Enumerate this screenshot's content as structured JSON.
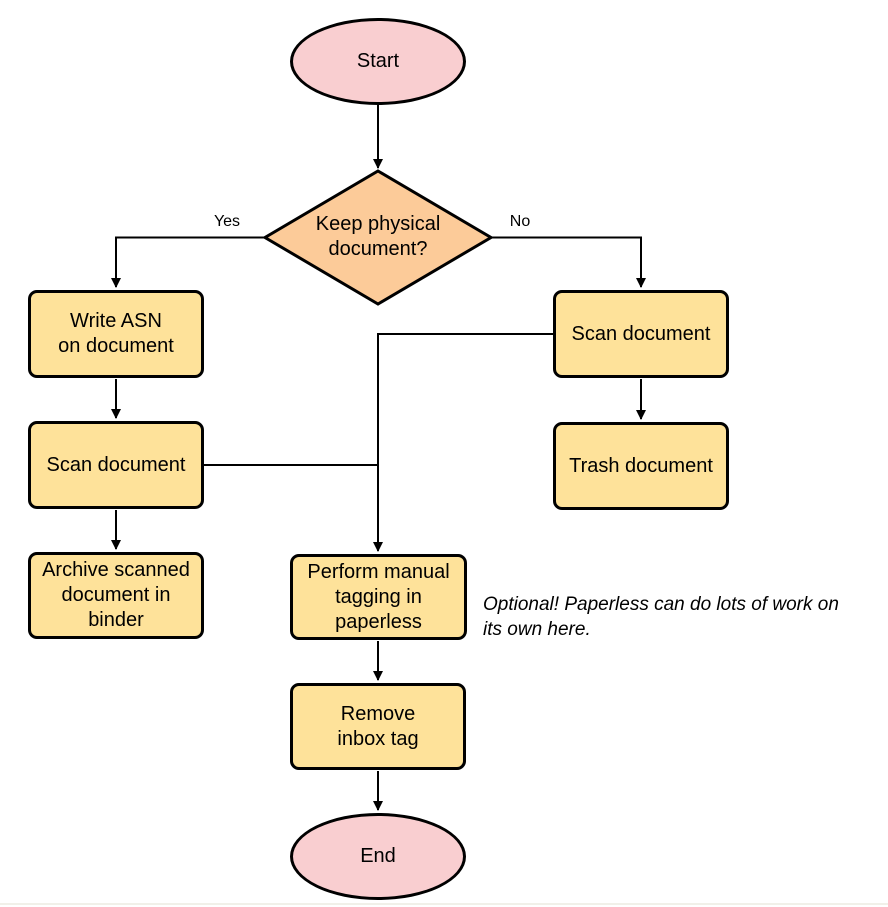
{
  "colors": {
    "terminal_fill": "#F9CED0",
    "decision_fill": "#FCCB99",
    "process_fill": "#FEE29A",
    "stroke": "#000000",
    "bottom_rule": "#F1F0E9"
  },
  "nodes": {
    "start": {
      "label": "Start",
      "type": "terminal"
    },
    "decision": {
      "label": "Keep physical\ndocument?",
      "type": "decision"
    },
    "write_asn": {
      "label": "Write ASN\non document",
      "type": "process"
    },
    "scan_left": {
      "label": "Scan document",
      "type": "process"
    },
    "archive": {
      "label": "Archive scanned\ndocument in\nbinder",
      "type": "process"
    },
    "scan_right": {
      "label": "Scan document",
      "type": "process"
    },
    "trash": {
      "label": "Trash document",
      "type": "process"
    },
    "tagging": {
      "label": "Perform manual\ntagging in\npaperless",
      "type": "process"
    },
    "remove_inbox": {
      "label": "Remove\ninbox tag",
      "type": "process"
    },
    "end": {
      "label": "End",
      "type": "terminal"
    }
  },
  "edge_labels": {
    "yes": "Yes",
    "no": "No"
  },
  "note": {
    "text": "Optional! Paperless can do lots of work on\nits own here."
  }
}
